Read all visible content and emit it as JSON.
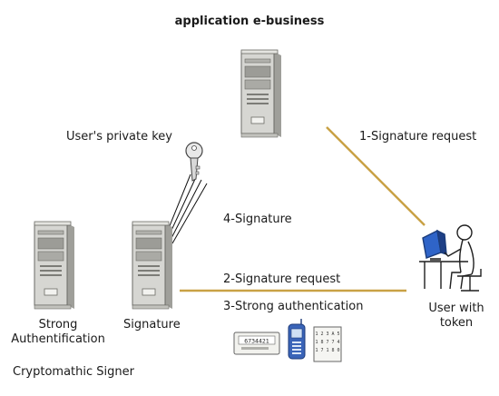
{
  "title": "application e-business",
  "labels": {
    "private_key": "User's private key",
    "signature_request_1": "1-Signature request",
    "signature_4": "4-Signature",
    "signature_request_2": "2-Signature request",
    "strong_auth_3": "3-Strong authentication",
    "strong_auth_server": "Strong Authentification",
    "signature_server": "Signature",
    "user_with_token": "User with token",
    "vendor": "Cryptomathic Signer"
  },
  "token_display": {
    "calculator": "6734421",
    "grid": [
      "1 2 3 A 5",
      "1 8 7 7 4",
      "1 7 1 8 0"
    ]
  },
  "colors": {
    "connector": "#c9a145",
    "server_body": "#d6d6d2",
    "server_shade": "#b9b9b4",
    "phone_blue": "#3a64b8"
  }
}
